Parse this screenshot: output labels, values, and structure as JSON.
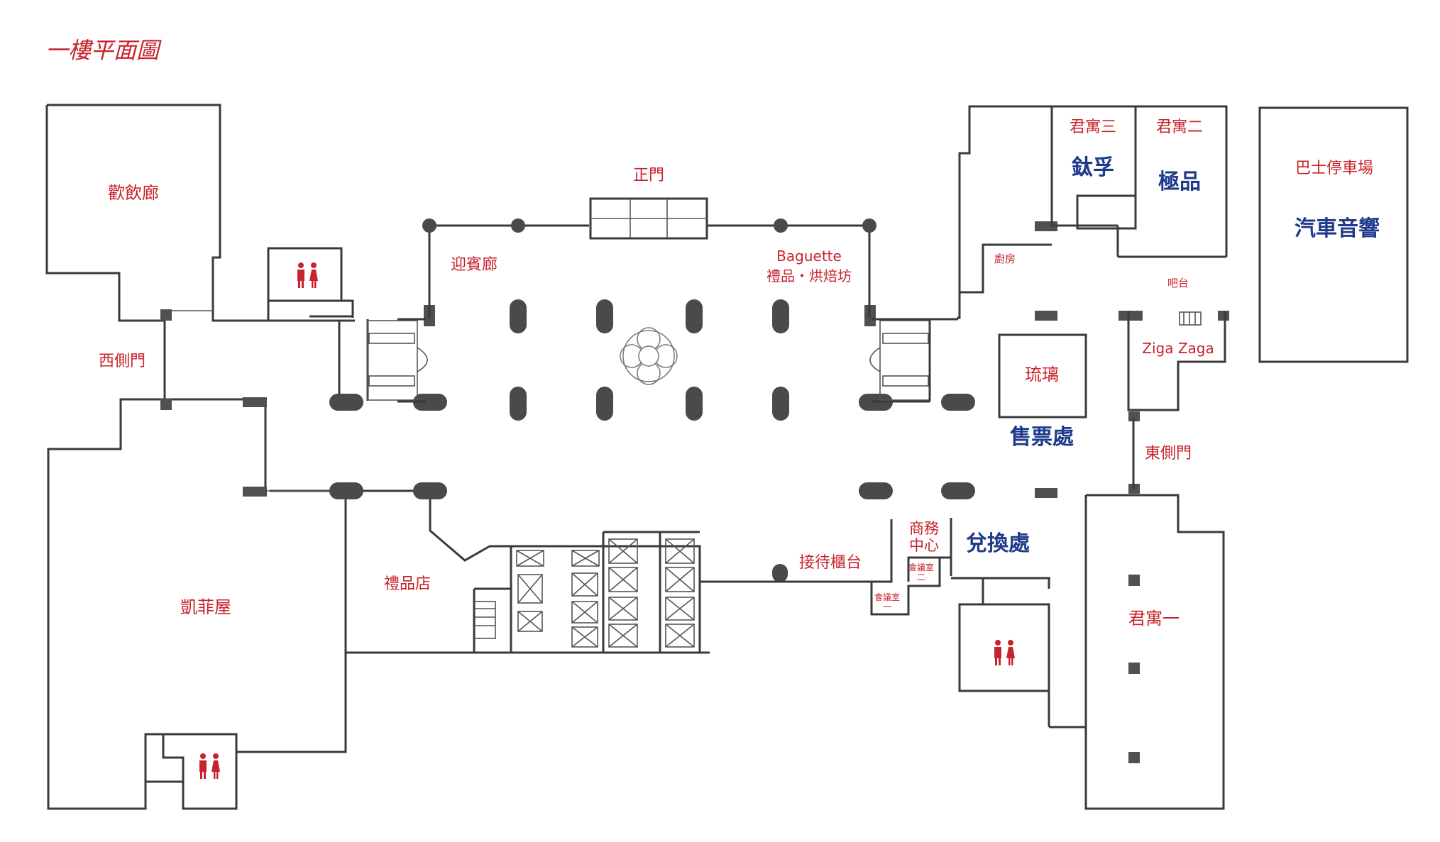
{
  "title": "一樓平面圖",
  "colors": {
    "label_red": "#c8232c",
    "label_blue": "#1f3a8a",
    "walls": "#3a3a3a"
  },
  "labels": {
    "dining_gallery": "歡飲廊",
    "west_door": "西側門",
    "kaifei_house": "凱菲屋",
    "gift_shop": "禮品店",
    "main_entrance": "正門",
    "welcome_gallery": "迎賓廊",
    "baguette_name": "Baguette",
    "baguette_desc": "禮品・烘焙坊",
    "reception_counter": "接待櫃台",
    "business_center_line1": "商務",
    "business_center_line2": "中心",
    "meeting_room_2_line1": "會議室",
    "meeting_room_2_line2": "二",
    "meeting_room_1_line1": "會議室",
    "meeting_room_1_line2": "一",
    "kitchen": "廚房",
    "junyu_3": "君寓三",
    "junyu_2": "君寓二",
    "junyu_1": "君寓一",
    "bar": "吧台",
    "ziga_zaga": "Ziga Zaga",
    "liuli": "琉璃",
    "east_door": "東側門",
    "bus_parking": "巴士停車場"
  },
  "overlays": {
    "taifu": "鈦孚",
    "jipin": "極品",
    "car_audio": "汽車音響",
    "ticket_office": "售票處",
    "exchange": "兌換處"
  },
  "icons": [
    "restroom-icon",
    "escalator-icon",
    "elevator-icon",
    "fountain-icon"
  ]
}
